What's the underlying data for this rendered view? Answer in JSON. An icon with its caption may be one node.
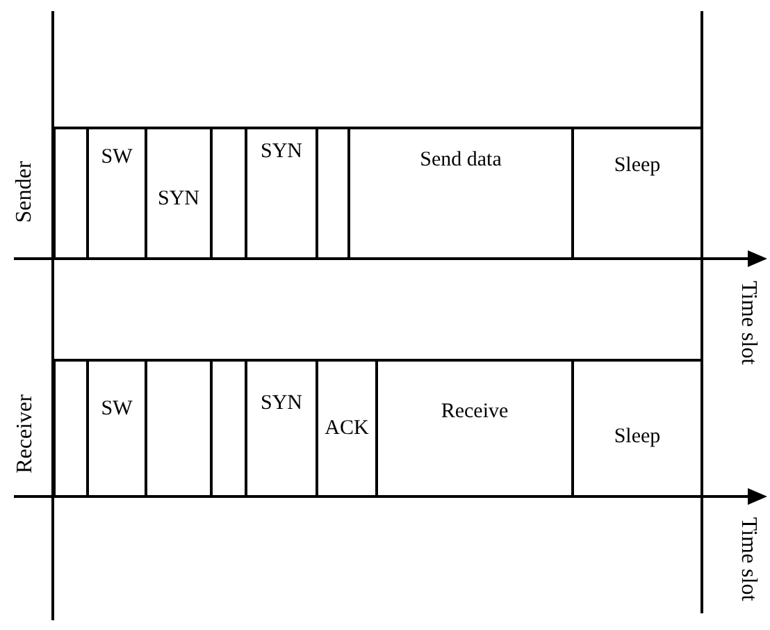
{
  "diagram": {
    "nodes": [
      {
        "text": [],
        "shape": "box"
      },
      {
        "text": [
          "SW"
        ]
      },
      {
        "text": [
          "SYN"
        ]
      },
      {
        "text": [],
        "shape": "box"
      },
      {
        "text": [
          "SYN"
        ]
      },
      {
        "text": [],
        "shape": "box"
      },
      {
        "text": [
          "Send data"
        ]
      },
      {
        "text": [
          "Sleep"
        ]
      },
      {
        "text": [],
        "shape": "box"
      },
      {
        "text": [
          "SW"
        ]
      },
      {
        "text": [],
        "shape": "box"
      },
      {
        "text": [],
        "shape": "box"
      },
      {
        "text": [
          "SYN"
        ]
      },
      {
        "text": [
          "ACK"
        ]
      },
      {
        "text": [
          "Receive"
        ]
      },
      {
        "text": [
          "Sleep"
        ]
      }
    ],
    "edges": [],
    "labels": [
      "Sender",
      "Time slot",
      "Receiver",
      "Time slot"
    ]
  }
}
